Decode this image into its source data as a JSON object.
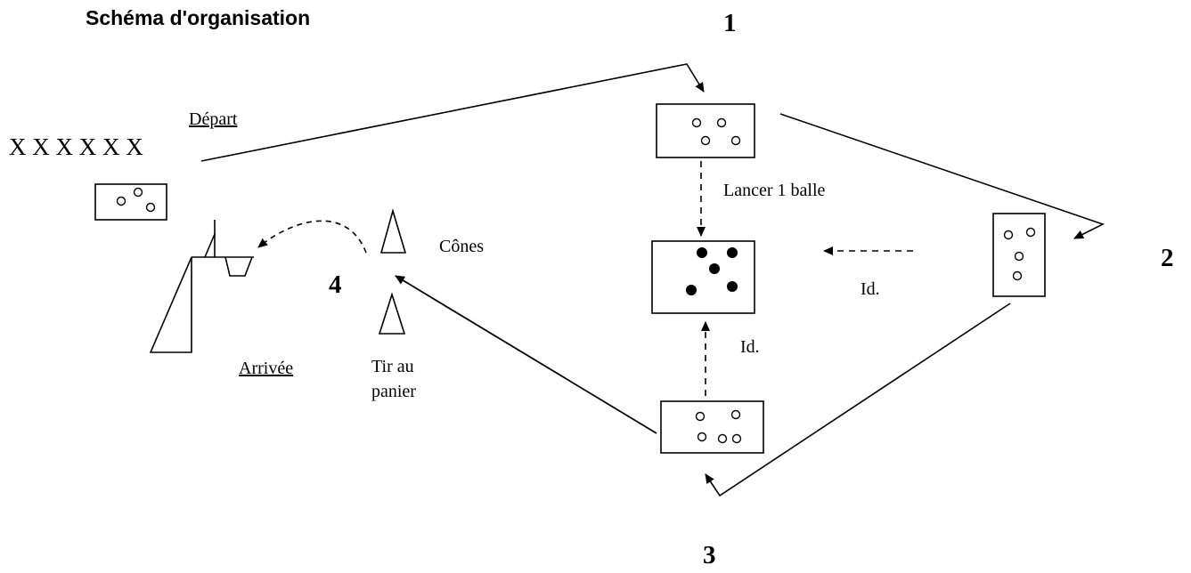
{
  "title": "Schéma d'organisation",
  "players": "X X X X X X",
  "labels": {
    "depart": "Départ",
    "arrivee": "Arrivée",
    "cones": "Cônes",
    "lancer": "Lancer 1 balle",
    "id_right": "Id.",
    "id_bottom": "Id.",
    "tir_line1": "Tir au",
    "tir_line2": "panier"
  },
  "stations": {
    "s1": "1",
    "s2": "2",
    "s3": "3",
    "s4": "4"
  }
}
